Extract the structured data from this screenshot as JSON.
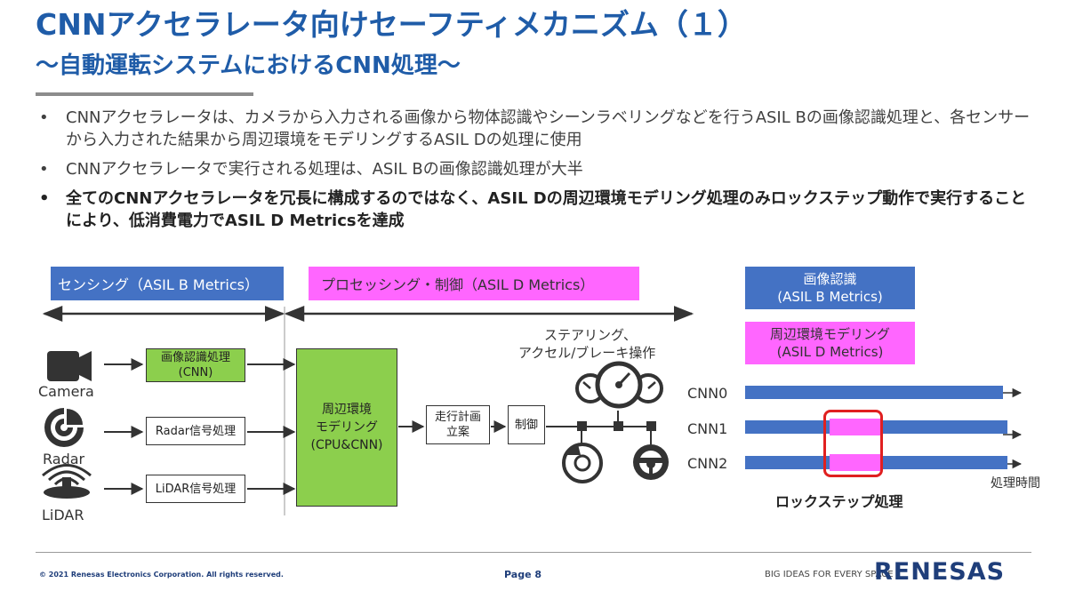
{
  "header": {
    "title": "CNNアクセラレータ向けセーフティメカニズム（１）",
    "subtitle": "～自動運転システムにおけるCNN処理～"
  },
  "bullets": [
    {
      "text": "CNNアクセラレータは、カメラから入力される画像から物体認識やシーンラベリングなどを行うASIL Bの画像認識処理と、各センサーから入力された結果から周辺環境をモデリングするASIL Dの処理に使用"
    },
    {
      "text": "CNNアクセラレータで実行される処理は、ASIL Bの画像認識処理が大半"
    },
    {
      "text": "全てのCNNアクセラレータを冗長に構成するのではなく、ASIL Dの周辺環境モデリング処理のみロックステップ動作で実行することにより、低消費電力でASIL D Metricsを達成"
    }
  ],
  "bullet_symbol": "•",
  "diagram": {
    "sensing_label": "センシング（ASIL B Metrics）",
    "processing_label": "プロセッシング・制御（ASIL D Metrics）",
    "sensors": {
      "camera": "Camera",
      "radar": "Radar",
      "lidar": "LiDAR"
    },
    "boxes": {
      "image_recog_line1": "画像認識処理",
      "image_recog_line2": "(CNN)",
      "radar_proc": "Radar信号処理",
      "lidar_proc": "LiDAR信号処理",
      "env_line1": "周辺環境",
      "env_line2": "モデリング",
      "env_line3": "(CPU&CNN)",
      "plan_line1": "走行計画",
      "plan_line2": "立案",
      "control": "制御"
    },
    "actuator_line1": "ステアリング、",
    "actuator_line2": "アクセル/ブレーキ操作"
  },
  "legend": {
    "image_recog_line1": "画像認識",
    "image_recog_line2": "(ASIL B Metrics)",
    "env_model_line1": "周辺環境モデリング",
    "env_model_line2": "(ASIL D Metrics)"
  },
  "timeline": {
    "rows": [
      "CNN0",
      "CNN1",
      "CNN2"
    ],
    "time_label": "処理時間",
    "lockstep_label": "ロックステップ処理"
  },
  "colors": {
    "title_blue": "#1f5ca8",
    "asil_b_blue": "#4472c4",
    "asil_d_magenta": "#ff66ff",
    "cnn_green": "#8ccf4d",
    "lockstep_red": "#e02020"
  },
  "footer": {
    "copyright": "© 2021 Renesas Electronics Corporation. All rights reserved.",
    "page": "Page 8",
    "tagline": "BIG IDEAS FOR EVERY SPACE",
    "logo": "RENESAS"
  }
}
